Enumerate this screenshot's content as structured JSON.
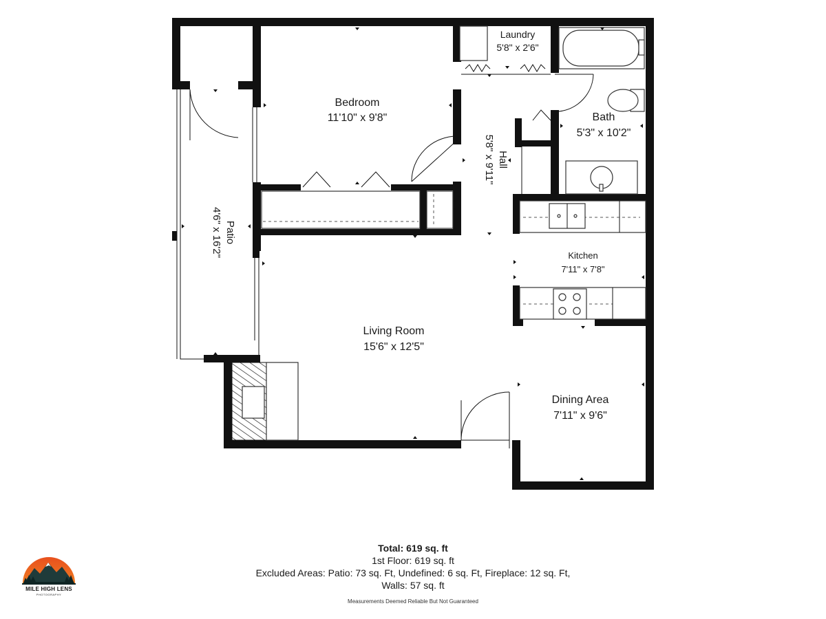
{
  "rooms": {
    "bedroom": {
      "name": "Bedroom",
      "dims": "11'10\" x 9'8\""
    },
    "laundry": {
      "name": "Laundry",
      "dims": "5'8\" x 2'6\""
    },
    "bath": {
      "name": "Bath",
      "dims": "5'3\" x 10'2\""
    },
    "hall": {
      "name": "Hall",
      "dims": "5'8\" x 9'11\""
    },
    "patio": {
      "name": "Patio",
      "dims": "4'6\" x 16'2\""
    },
    "kitchen": {
      "name": "Kitchen",
      "dims": "7'11\" x 7'8\""
    },
    "living": {
      "name": "Living Room",
      "dims": "15'6\" x 12'5\""
    },
    "dining": {
      "name": "Dining Area",
      "dims": "7'11\" x 9'6\""
    }
  },
  "summary": {
    "total": "Total: 619 sq. ft",
    "floor": "1st Floor: 619 sq. ft",
    "excluded": "Excluded Areas: Patio: 73 sq. Ft, Undefined: 6 sq. Ft, Fireplace: 12 sq. Ft,",
    "walls": "Walls: 57 sq. ft"
  },
  "disclaimer": "Measurements Deemed Reliable But Not Guaranteed",
  "logo": {
    "brand": "MILE HIGH LENS",
    "sub": "PHOTOGRAPHY",
    "colors": {
      "sky_top": "#e8501e",
      "sky_bottom": "#f6a623",
      "mountain": "#1f3b3a",
      "trees": "#0f2524"
    }
  }
}
